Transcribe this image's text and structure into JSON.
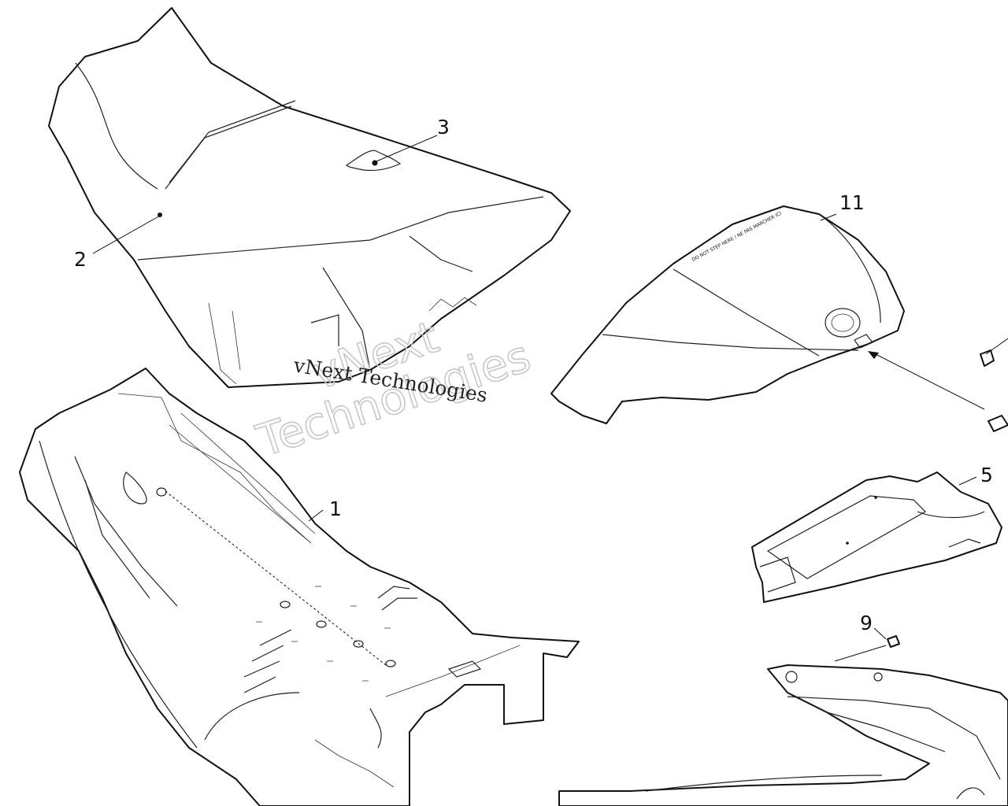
{
  "callouts": [
    {
      "id": "1",
      "label": "1"
    },
    {
      "id": "2",
      "label": "2"
    },
    {
      "id": "3",
      "label": "3"
    },
    {
      "id": "5",
      "label": "5"
    },
    {
      "id": "9",
      "label": "9"
    },
    {
      "id": "11",
      "label": "11"
    }
  ],
  "watermark": {
    "text": "vNext Technologies",
    "outline_line1": "vNext",
    "outline_line2": "Technologies"
  },
  "cover_warning_text": "DO NOT STEP HERE / NE PAS MARCHER ICI"
}
